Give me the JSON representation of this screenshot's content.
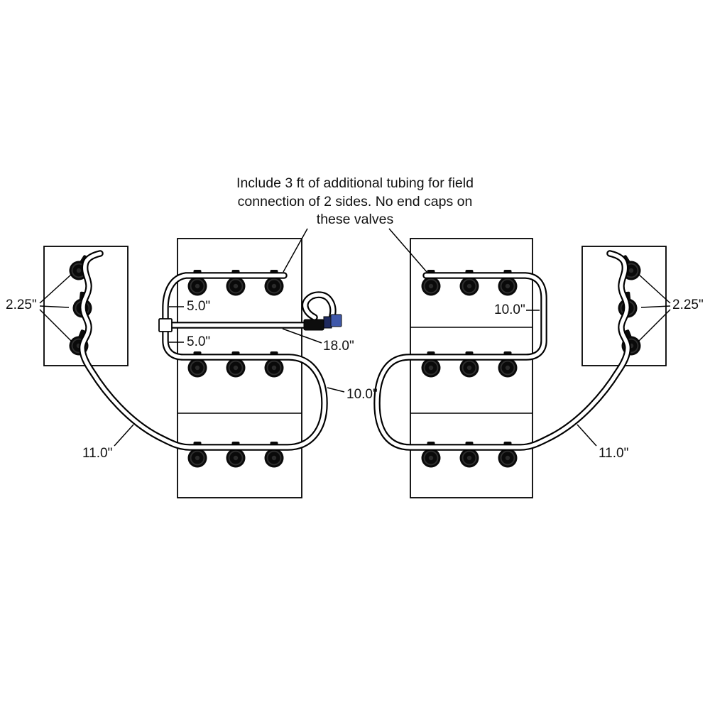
{
  "annotation": {
    "line1": "Include 3 ft of additional tubing for field",
    "line2": "connection of 2 sides. No end caps on",
    "line3": "these valves"
  },
  "labels": {
    "left_valve_spacing": "2.25\"",
    "right_valve_spacing": "2.25\"",
    "left_upper_segment": "5.0\"",
    "left_lower_segment": "5.0\"",
    "feed_tube": "18.0\"",
    "right_upper_segment": "10.0\"",
    "center_loop": "10.0\"",
    "left_sweep": "11.0\"",
    "right_sweep": "11.0\""
  },
  "colors": {
    "background": "#ffffff",
    "line": "#000000",
    "tube_fill": "#ffffff",
    "valve": "#0a0a0a",
    "connector_blue": "#3f58aa",
    "connector_navy": "#1f2a5e"
  }
}
